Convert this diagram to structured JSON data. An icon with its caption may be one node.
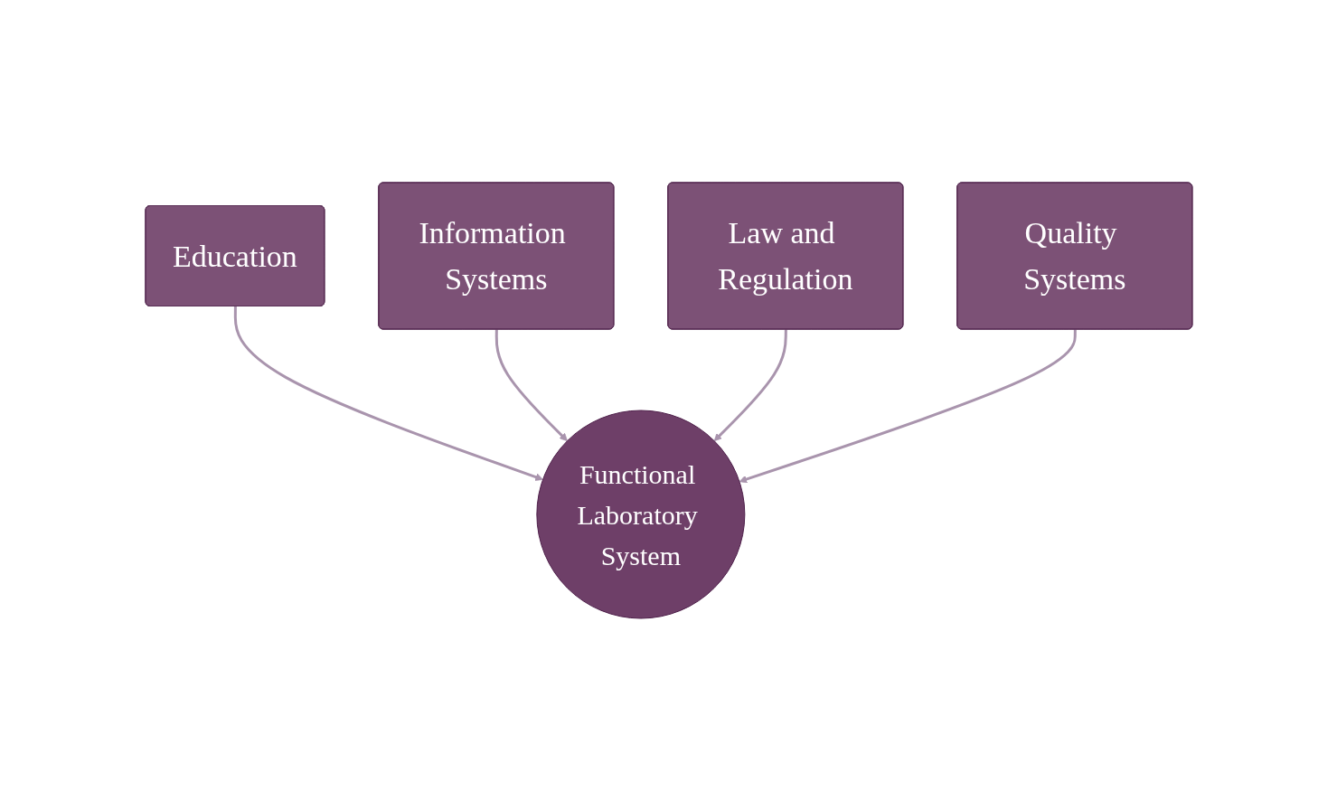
{
  "diagram": {
    "nodes": [
      {
        "text": [
          "Education"
        ]
      },
      {
        "text": [
          "Information Systems"
        ]
      },
      {
        "text": [
          "Law and Regulation"
        ]
      },
      {
        "text": [
          "Quality Systems"
        ]
      },
      {
        "text": [
          "Functional Laboratory System"
        ]
      }
    ],
    "edges": [
      {
        "from": 0,
        "to": 4,
        "arrow": "to"
      },
      {
        "from": 1,
        "to": 4,
        "arrow": "to"
      },
      {
        "from": 2,
        "to": 4,
        "arrow": "to"
      },
      {
        "from": 3,
        "to": 4,
        "arrow": "to"
      }
    ]
  }
}
